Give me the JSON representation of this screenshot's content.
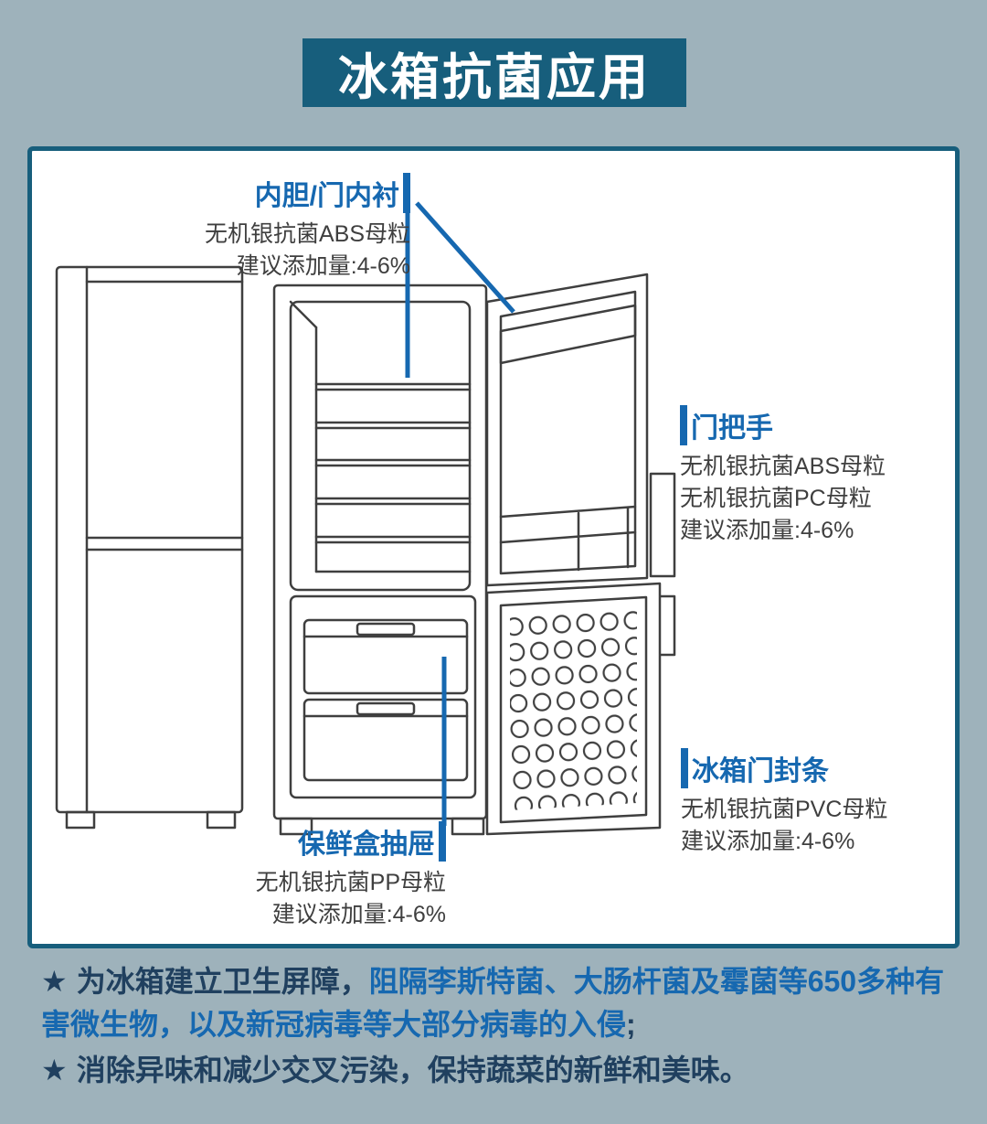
{
  "title": "冰箱抗菌应用",
  "callouts": {
    "liner": {
      "heading": "内胆/门内衬",
      "lines": [
        "无机银抗菌ABS母粒",
        "建议添加量:4-6%"
      ]
    },
    "handle": {
      "heading": "门把手",
      "lines": [
        "无机银抗菌ABS母粒",
        "无机银抗菌PC母粒",
        "建议添加量:4-6%"
      ]
    },
    "seal": {
      "heading": "冰箱门封条",
      "lines": [
        "无机银抗菌PVC母粒",
        "建议添加量:4-6%"
      ]
    },
    "drawer": {
      "heading": "保鲜盒抽屉",
      "lines": [
        "无机银抗菌PP母粒",
        "建议添加量:4-6%"
      ]
    }
  },
  "notes": [
    {
      "star": "★",
      "pre": "为冰箱建立卫生屏障，",
      "highlight": "阻隔李斯特菌、大肠杆菌及霉菌等650多种有害微生物，以及新冠病毒等大部分病毒的入侵",
      "post": ";"
    },
    {
      "star": "★",
      "pre": "消除异味和减少交叉污染，保持蔬菜的新鲜和美味。",
      "highlight": "",
      "post": ""
    }
  ],
  "colors": {
    "bg": "#9eb2bb",
    "teal": "#175e7c",
    "accent": "#1668b0",
    "ink": "#3f3f3f",
    "navy": "#20405f"
  }
}
